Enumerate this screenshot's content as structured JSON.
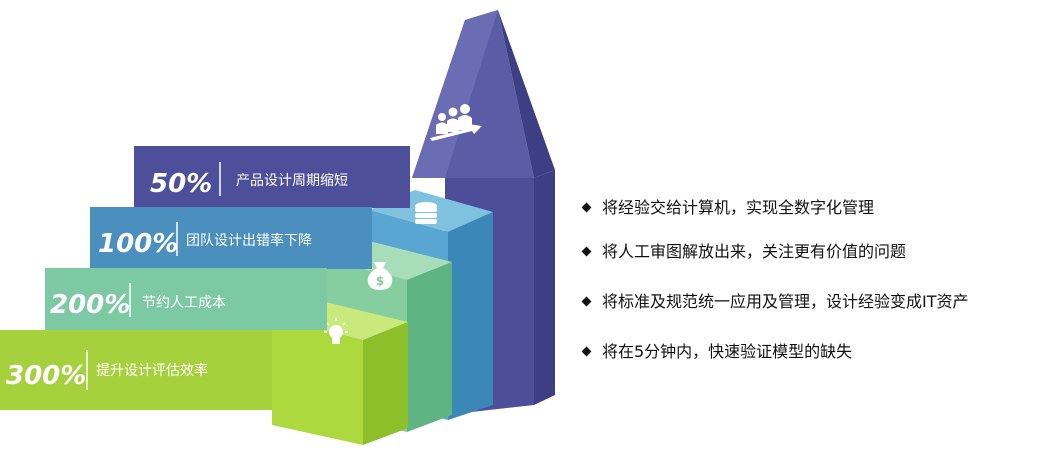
{
  "banners": [
    {
      "percent": "50%",
      "text": "产品设计周期缩短",
      "color": "#4e4f9b"
    },
    {
      "percent": "100%",
      "text": "团队设计出错率下降",
      "color": "#4a8fbe"
    },
    {
      "percent": "200%",
      "text": "节约人工成本",
      "color": "#7cc9a3"
    },
    {
      "percent": "300%",
      "text": "提升设计评估效率",
      "color": "#a6d13d"
    }
  ],
  "icons": [
    "people-arrow-icon",
    "database-stack-icon",
    "money-bag-icon",
    "lightbulb-icon"
  ],
  "bullets": [
    "将经验交给计算机，实现全数字化管理",
    "将人工审图解放出来，关注更有价值的问题",
    "将标准及规范统一应用及管理，设计经验变成IT资产",
    "将在5分钟内，快速验证模型的缺失"
  ],
  "bullet_marker": "◆"
}
